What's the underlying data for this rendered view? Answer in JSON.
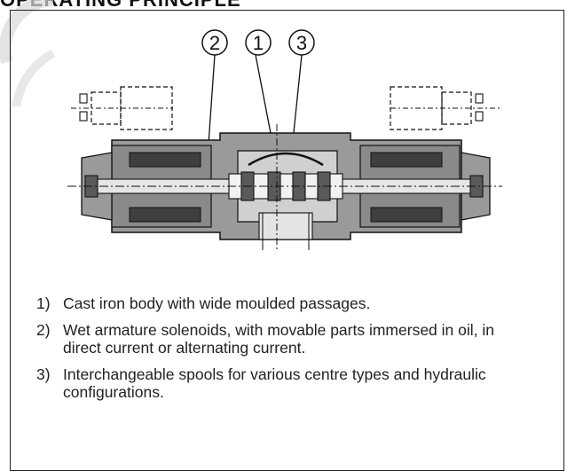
{
  "heading": {
    "text": "OPERATING PRINCIPLE"
  },
  "diagram": {
    "callouts": [
      {
        "label": "2",
        "target": "solenoid"
      },
      {
        "label": "1",
        "target": "body"
      },
      {
        "label": "3",
        "target": "spool"
      }
    ]
  },
  "notes": [
    {
      "number": "1)",
      "text": "Cast iron body with wide moulded passages."
    },
    {
      "number": "2)",
      "text": "Wet armature solenoids, with movable parts immersed in oil, in direct current or alternating current."
    },
    {
      "number": "3)",
      "text": "Interchangeable spools for various centre types and hydraulic configurations."
    }
  ],
  "colors": {
    "body": "#9a9a9a",
    "dark": "#4a4a4a",
    "line": "#111111"
  }
}
